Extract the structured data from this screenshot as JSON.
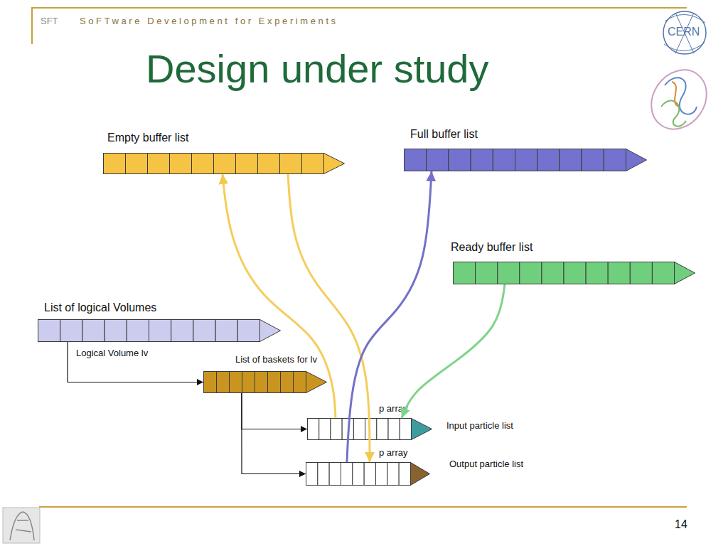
{
  "diagram": {
    "title": "Design under study",
    "nodes": [
      {
        "text": [
          "Empty buffer list"
        ]
      },
      {
        "text": [
          "Full buffer list"
        ]
      },
      {
        "text": [
          "Ready buffer list"
        ]
      },
      {
        "text": [
          "List of logical Volumes"
        ]
      },
      {
        "text": [
          "List of baskets for lv"
        ]
      },
      {
        "text": [
          "p array",
          "Input particle list"
        ]
      },
      {
        "text": [
          "p array",
          "Output particle list"
        ]
      }
    ],
    "edges": [
      {
        "from": 3,
        "to": 4,
        "arrow": "to",
        "label": "Logical Volume lv"
      },
      {
        "from": 4,
        "to": 5,
        "arrow": "to"
      },
      {
        "from": 4,
        "to": 6,
        "arrow": "to"
      },
      {
        "from": 5,
        "to": 0,
        "arrow": "to"
      },
      {
        "from": 0,
        "to": 6,
        "arrow": "to"
      },
      {
        "from": 6,
        "to": 1,
        "arrow": "to"
      },
      {
        "from": 2,
        "to": 5,
        "arrow": "to"
      }
    ],
    "labels": [
      "SFT",
      "SoFTware Development for Experiments",
      "CERN",
      "14"
    ]
  }
}
